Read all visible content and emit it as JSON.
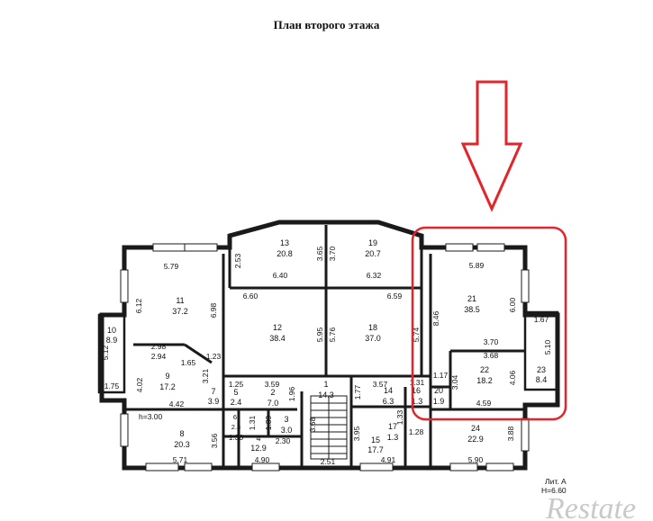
{
  "title": "План второго этажа",
  "rooms": [
    {
      "id": "r10",
      "num": "10",
      "area": "8.9"
    },
    {
      "id": "r11",
      "num": "11",
      "area": "37.2"
    },
    {
      "id": "r12",
      "num": "12",
      "area": "38.4"
    },
    {
      "id": "r13",
      "num": "13",
      "area": "20.8"
    },
    {
      "id": "r19",
      "num": "19",
      "area": "20.7"
    },
    {
      "id": "r18",
      "num": "18",
      "area": "37.0"
    },
    {
      "id": "r21",
      "num": "21",
      "area": "38.5"
    },
    {
      "id": "r22",
      "num": "22",
      "area": "18.2"
    },
    {
      "id": "r23",
      "num": "23",
      "area": "8.4"
    },
    {
      "id": "r9",
      "num": "9",
      "area": "17.2"
    },
    {
      "id": "r7",
      "num": "7",
      "area": "3.9"
    },
    {
      "id": "r5",
      "num": "5",
      "area": "2.4"
    },
    {
      "id": "r2",
      "num": "2",
      "area": "7.0"
    },
    {
      "id": "r1",
      "num": "1",
      "area": "14.3"
    },
    {
      "id": "r14",
      "num": "14",
      "area": "6.3"
    },
    {
      "id": "r16",
      "num": "16",
      "area": "1.3"
    },
    {
      "id": "r20",
      "num": "20",
      "area": "1.9"
    },
    {
      "id": "r8",
      "num": "8",
      "area": "20.3"
    },
    {
      "id": "r6",
      "num": "6",
      "area": "2.3"
    },
    {
      "id": "r3",
      "num": "3",
      "area": "3.0"
    },
    {
      "id": "r4",
      "num": "4",
      "area": "12.9"
    },
    {
      "id": "r15",
      "num": "15",
      "area": "17.7"
    },
    {
      "id": "r17",
      "num": "17",
      "area": "1.3"
    },
    {
      "id": "r24",
      "num": "24",
      "area": "22.9"
    }
  ],
  "dimensions": [
    "5.79",
    "6.12",
    "6.98",
    "5.12",
    "1.75",
    "2.98",
    "2.94",
    "1.65",
    "1.23",
    "3.21",
    "4.02",
    "4.42",
    "2.53",
    "3.65",
    "3.70",
    "6.40",
    "6.32",
    "6.60",
    "6.59",
    "5.95",
    "5.76",
    "5.74",
    "8.46",
    "5.89",
    "6.00",
    "1.67",
    "5.10",
    "3.70",
    "3.68",
    "3.04",
    "4.06",
    "4.59",
    "1.17",
    "1.25",
    "3.59",
    "1.96",
    "3.57",
    "1.77",
    "1.31",
    "1.33",
    "1.28",
    "1.30",
    "1.31",
    "1.39",
    "2.30",
    "3.56",
    "3.95",
    "3.88",
    "5.71",
    "4.90",
    "2.51",
    "4.91",
    "5.90",
    "3.68"
  ],
  "height_label": "h=3.00",
  "lit_label": "Лит. А",
  "lit_height": "H=6.60",
  "watermark": "Restate",
  "colors": {
    "highlight": "#e3242b",
    "arrow": "#e3242b",
    "wall": "#1a1a1a"
  }
}
